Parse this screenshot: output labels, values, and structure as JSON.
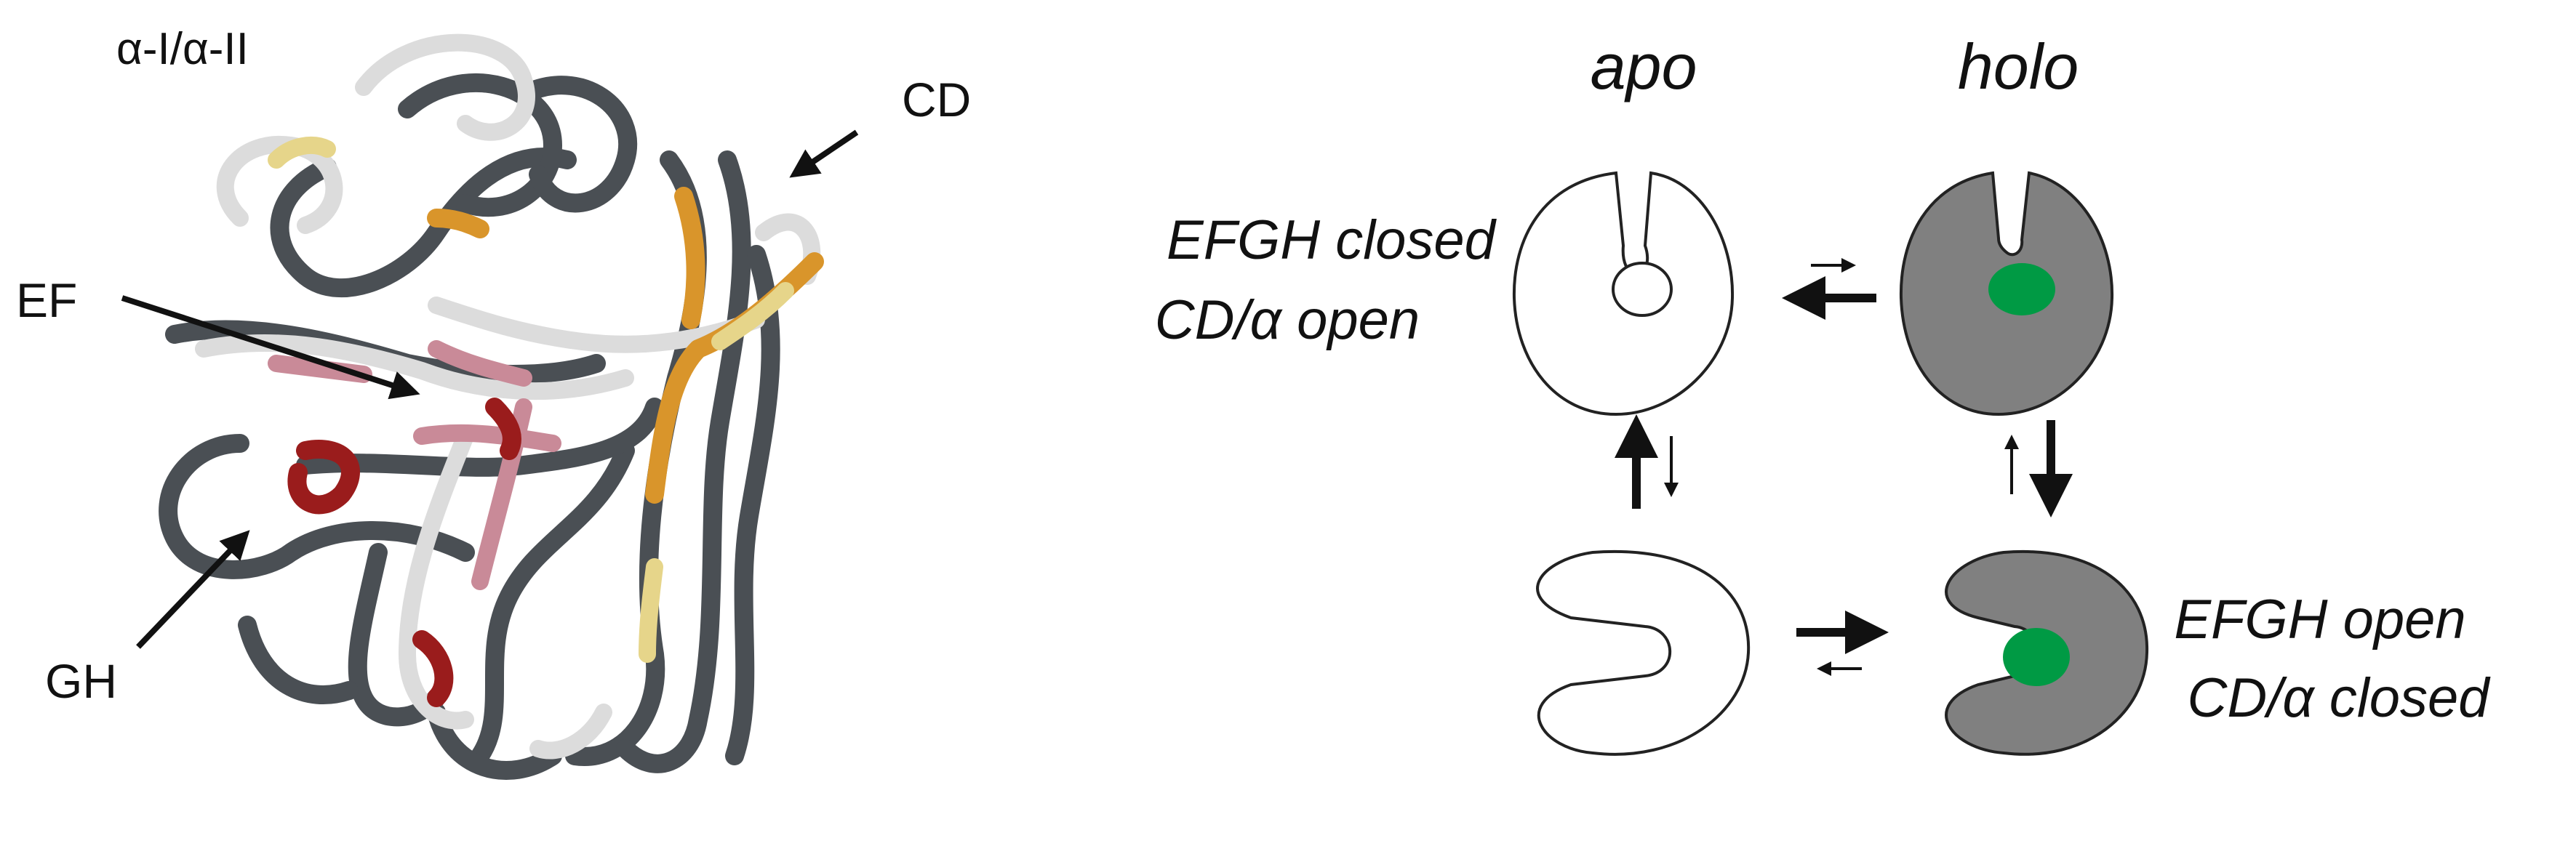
{
  "protein_panel": {
    "title": "α-I/α-II",
    "labels": {
      "cd": "CD",
      "ef": "EF",
      "gh": "GH"
    }
  },
  "scheme_panel": {
    "apo_label": "apo",
    "holo_label": "holo",
    "state_top": {
      "line1": "EFGH closed",
      "line2": "CD/α open"
    },
    "state_bottom": {
      "line1": "EFGH open",
      "line2": "CD/α closed"
    }
  },
  "colors": {
    "tube_dark": "#4a4f54",
    "tube_light": "#dcdcdc",
    "tube_pink": "#c98a98",
    "tube_red": "#9a1c1c",
    "tube_orange": "#d9952b",
    "tube_yellow": "#e6d58a",
    "holo_fill": "#808080",
    "ligand": "#009a44"
  }
}
